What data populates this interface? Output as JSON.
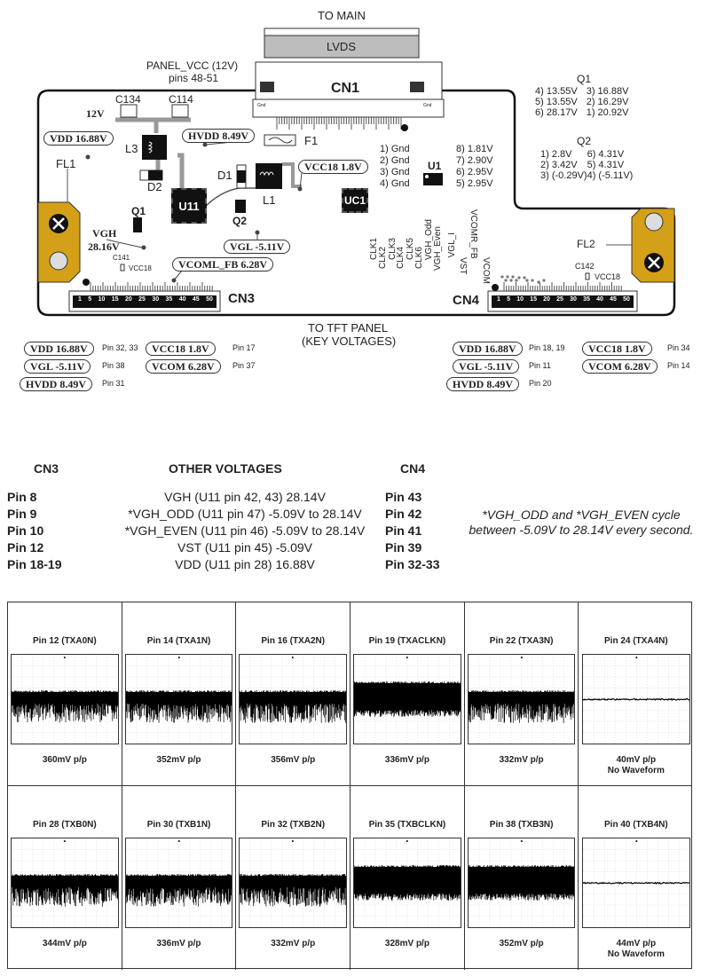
{
  "board": {
    "to_main": "TO MAIN",
    "lvds": "LVDS",
    "cn1": "CN1",
    "panel_vcc": "PANEL_VCC (12V)",
    "panel_vcc_pins": "pins 48-51",
    "gnd_small": "Gnd",
    "c134": "C134",
    "c114": "C114",
    "v12": "12V",
    "vdd": "VDD 16.88V",
    "hvdd": "HVDD 8.49V",
    "f1": "F1",
    "l3": "L3",
    "d2": "D2",
    "d1": "D1",
    "l1": "L1",
    "vcc18": "VCC18  1.8V",
    "fl1": "FL1",
    "fl2": "FL2",
    "u11": "U11",
    "q1": "Q1",
    "q2": "Q2",
    "uc1": "UC1",
    "u1": "U1",
    "vgh": "VGH",
    "vgh_val": "28.16V",
    "vgl": "VGL -5.11V",
    "c141": "C141",
    "c142": "C142",
    "vcc18_small": "VCC18",
    "vcoml_fb": "VCOML_FB 6.28V",
    "cn3": "CN3",
    "cn4": "CN4",
    "connector_numbers": [
      "1",
      "5",
      "10",
      "15",
      "20",
      "25",
      "30",
      "35",
      "40",
      "45",
      "50"
    ],
    "u1_pins_left": [
      "1) Gnd",
      "2) Gnd",
      "3) Gnd",
      "4) Gnd"
    ],
    "u1_pins_right": [
      "8) 1.81V",
      "7) 2.90V",
      "6) 2.95V",
      "5) 2.95V"
    ],
    "cn4_signals": [
      "CLK1",
      "CLK2",
      "CLK3",
      "CLK4",
      "CLK5",
      "CLK6",
      "VGH_Odd",
      "VGH_Even",
      "VGL_I",
      "VST",
      "VCOMR_FB",
      "VCOM"
    ],
    "to_tft": "TO TFT PANEL",
    "key_voltages": "(KEY VOLTAGES)"
  },
  "q1": {
    "title": "Q1",
    "rows": [
      [
        "4) 13.55V",
        "3) 16.88V"
      ],
      [
        "5) 13.55V",
        "2) 16.29V"
      ],
      [
        "6) 28.17V",
        "1) 20.92V"
      ]
    ]
  },
  "q2": {
    "title": "Q2",
    "rows": [
      [
        "1) 2.8V",
        "6) 4.31V"
      ],
      [
        "2) 3.42V",
        "5) 4.31V"
      ],
      [
        "3) (-0.29V)",
        "4) (-5.11V)"
      ]
    ]
  },
  "key_left": [
    {
      "label": "VDD 16.88V",
      "pin": "Pin 32, 33"
    },
    {
      "label": "VCC18  1.8V",
      "pin": "Pin 17"
    },
    {
      "label": "VGL -5.11V",
      "pin": "Pin 38"
    },
    {
      "label": "VCOM 6.28V",
      "pin": "Pin 37"
    },
    {
      "label": "HVDD 8.49V",
      "pin": "Pin 31"
    }
  ],
  "key_right": [
    {
      "label": "VDD 16.88V",
      "pin": "Pin 18, 19"
    },
    {
      "label": "VCC18  1.8V",
      "pin": "Pin 34"
    },
    {
      "label": "VGL -5.11V",
      "pin": "Pin 11"
    },
    {
      "label": "VCOM 6.28V",
      "pin": "Pin 14"
    },
    {
      "label": "HVDD 8.49V",
      "pin": "Pin 20"
    }
  ],
  "other_voltages": {
    "cn3_header": "CN3",
    "title": "OTHER VOLTAGES",
    "cn4_header": "CN4",
    "rows": [
      {
        "cn3": "Pin 8",
        "desc": "VGH (U11 pin 42, 43) 28.14V",
        "cn4": "Pin 43"
      },
      {
        "cn3": "Pin 9",
        "desc": "*VGH_ODD (U11 pin 47) -5.09V to 28.14V",
        "cn4": "Pin 42"
      },
      {
        "cn3": "Pin 10",
        "desc": "*VGH_EVEN (U11 pin 46) -5.09V to 28.14V",
        "cn4": "Pin 41"
      },
      {
        "cn3": "Pin 12",
        "desc": "VST (U11 pin 45) -5.09V",
        "cn4": "Pin 39"
      },
      {
        "cn3": "Pin 18-19",
        "desc": "VDD (U11 pin 28) 16.88V",
        "cn4": "Pin 32-33"
      }
    ],
    "note": "*VGH_ODD and *VGH_EVEN cycle between -5.09V to 28.14V every second."
  },
  "waveforms": [
    {
      "title": "Pin 12 (TXA0N)",
      "value": "360mV p/p"
    },
    {
      "title": "Pin 14 (TXA1N)",
      "value": "352mV p/p"
    },
    {
      "title": "Pin 16 (TXA2N)",
      "value": "356mV p/p"
    },
    {
      "title": "Pin 19 (TXACLKN)",
      "value": "336mV p/p"
    },
    {
      "title": "Pin 22 (TXA3N)",
      "value": "332mV p/p"
    },
    {
      "title": "Pin 24 (TXA4N)",
      "value": "40mV p/p",
      "note": "No Waveform"
    },
    {
      "title": "Pin 28 (TXB0N)",
      "value": "344mV p/p"
    },
    {
      "title": "Pin 30 (TXB1N)",
      "value": "336mV p/p"
    },
    {
      "title": "Pin 32 (TXB2N)",
      "value": "332mV p/p"
    },
    {
      "title": "Pin 35 (TXBCLKN)",
      "value": "328mV p/p"
    },
    {
      "title": "Pin 38 (TXB3N)",
      "value": "352mV p/p"
    },
    {
      "title": "Pin 40 (TXB4N)",
      "value": "44mV p/p",
      "note": "No Waveform"
    }
  ],
  "colors": {
    "heatsink_tab": "#d4a017",
    "lvds_fill": "#bdbdbd",
    "chip": "#111111"
  }
}
